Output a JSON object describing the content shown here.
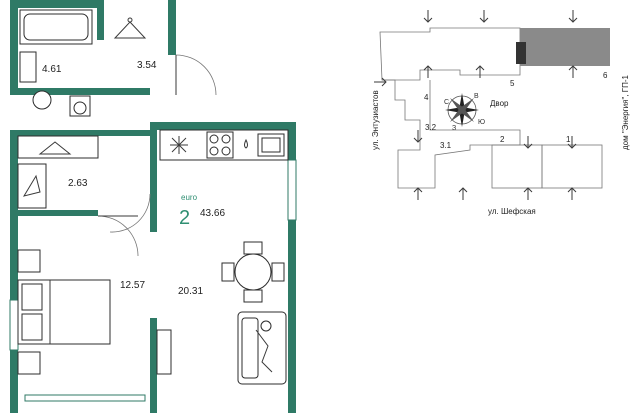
{
  "plan": {
    "room_areas": {
      "bathroom": "4.61",
      "hall": "3.54",
      "wardrobe": "2.63",
      "bedroom": "12.57",
      "kitchen_living": "20.31"
    },
    "apartment": {
      "type_label": "euro",
      "rooms": "2",
      "total_area": "43.66"
    }
  },
  "site": {
    "streets": {
      "west": "ул. Энтузиастов",
      "south": "ул. Шефская",
      "east": "дом \"Энергия\", ГП-1"
    },
    "yard_label": "Двор",
    "compass_letters": [
      "С",
      "В",
      "Ю",
      "З"
    ],
    "sections": [
      "1",
      "2",
      "3.1",
      "3.2",
      "4",
      "5",
      "6"
    ]
  },
  "colors": {
    "wall": "#2f7a66",
    "accent": "#2f8f72",
    "neighbor_building": "#8a8a8a"
  }
}
